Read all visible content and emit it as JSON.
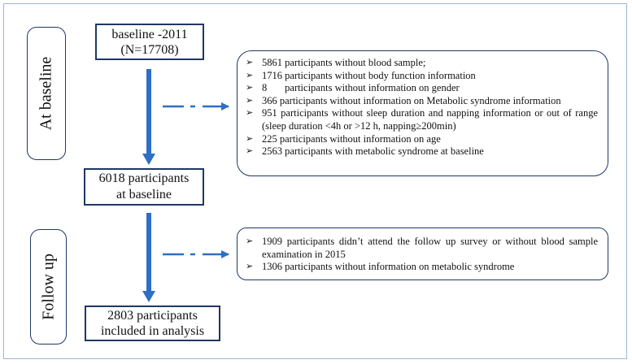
{
  "flow": {
    "box_baseline": [
      "baseline -2011",
      "(N=17708)"
    ],
    "box_participants": [
      "6018 participants",
      "at baseline"
    ],
    "box_included": [
      "2803 participants",
      "included in analysis"
    ]
  },
  "stages": {
    "baseline_label": "At baseline",
    "followup_label": "Follow up"
  },
  "exclusions_baseline": [
    "5861 participants without blood sample;",
    "1716 participants without body function information",
    "8       participants without information on gender",
    "366  participants without information on Metabolic syndrome information",
    "951  participants without sleep duration and napping information or out of range (sleep duration <4h or >12 h, napping≥200min)",
    "225  participants without information on age",
    "2563 participants with metabolic syndrome at baseline"
  ],
  "exclusions_followup": [
    "1909 participants didn’t attend the follow up survey or without blood sample examination in 2015",
    "1306 participants without information on metabolic syndrome"
  ],
  "bullet_glyph": "➢",
  "colors": {
    "arrow": "#2e6fc4",
    "box_border": "#1f3864",
    "frame": "#9db6d6"
  }
}
